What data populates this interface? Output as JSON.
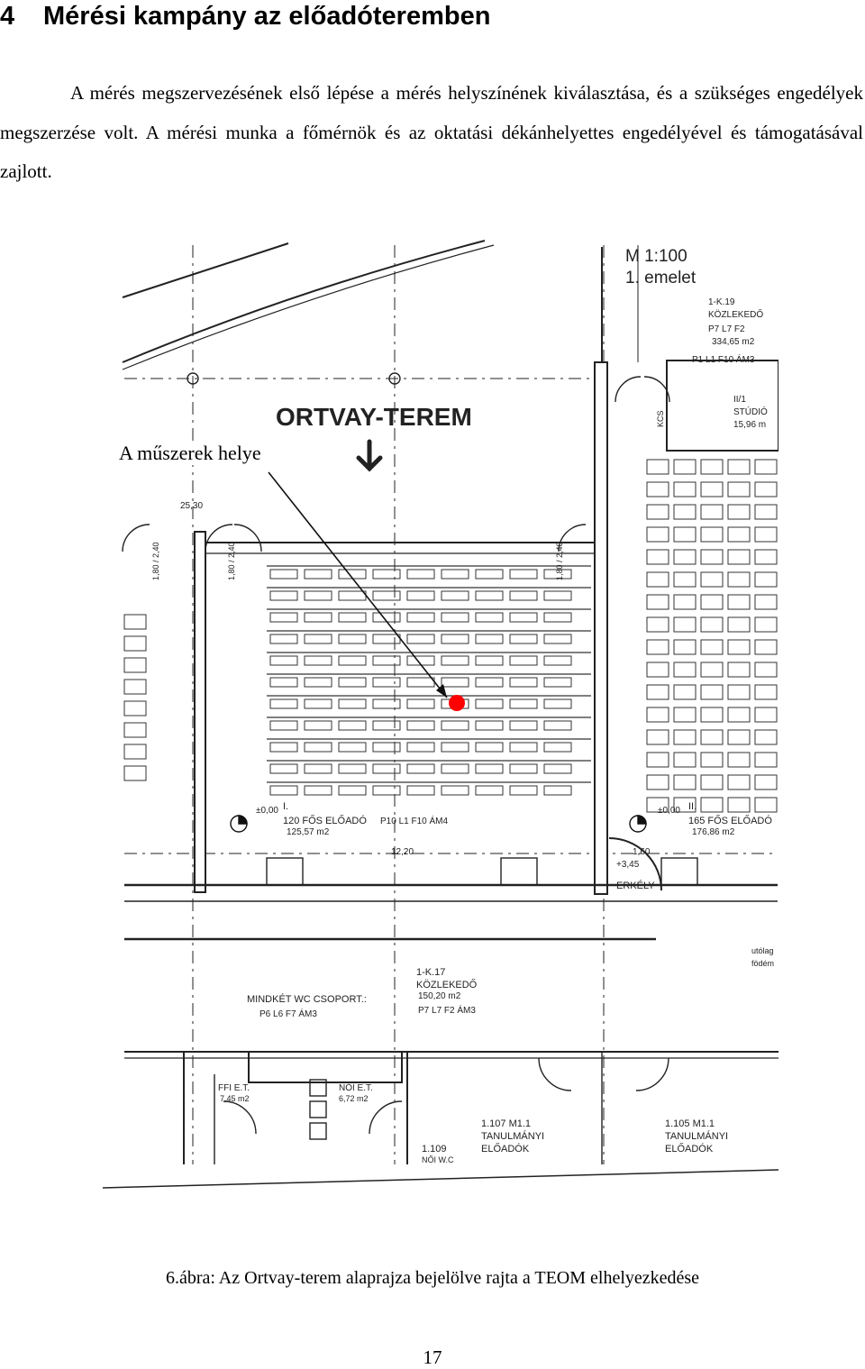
{
  "heading": {
    "number": "4",
    "title": "Mérési kampány az előadóteremben"
  },
  "paragraph": "A mérés megszervezésének első lépése a mérés helyszínének kiválasztása, és a szükséges engedélyek megszerzése volt. A mérési munka a főmérnök és az oktatási dékánhelyettes engedélyével és támogatásával zajlott.",
  "figure": {
    "callout": "A műszerek helye",
    "marker_color": "#ff0000",
    "scale": "M 1:100",
    "floor": "1. emelet",
    "room_title": "ORTVAY-TEREM",
    "labels": {
      "room_top_right": "1-K.19",
      "koz_top": "KÖZLEKEDŐ",
      "codes_a": "P7 L7 F2",
      "area_a": "334,65 m2",
      "codes_b": "P1 L1 F10 ÁM3",
      "studio_code": "II/1",
      "studio": "STÚDIÓ",
      "studio_area": "15,96 m",
      "kcs": "KCS",
      "dim_2530": "25,30",
      "dim_180_240": "1,80 / 2,40",
      "dim_1220": "12,20",
      "dim_1": "±0,00",
      "hall1_num": "I.",
      "hall1": "120 FŐS ELŐADÓ",
      "hall1_codes": "P10 L1 F10 ÁM4",
      "hall1_area": "125,57 m2",
      "hall2_num": "II.",
      "hall2": "165 FŐS ELŐADÓ",
      "hall2_area": "176,86 m2",
      "erkely": "ERKÉLY",
      "dim_345": "+3,45",
      "dim_160": "1,60",
      "utolag": "utólag",
      "fodem": "födém",
      "k17": "1-K.17",
      "koz17": "KÖZLEKEDŐ",
      "koz17_area": "150,20 m2",
      "koz17_codes": "P7 L7 F2 ÁM3",
      "wc": "MINDKÉT WC CSOPORT.:",
      "wc_codes": "P6 L6 F7 ÁM3",
      "ffi": "FFI E.T.",
      "ffi_area": "7,45 m2",
      "noi": "NŐI E.T.",
      "noi_area": "6,72 m2",
      "r1107": "1.107 M1.1",
      "r1105": "1.105 M1.1",
      "tanul": "TANULMÁNYI",
      "eload": "ELŐADÓK",
      "r1109": "1.109",
      "noi_c": "NŐI W.C"
    }
  },
  "caption": "6.ábra: Az Ortvay-terem alaprajza bejelölve rajta a TEOM elhelyezkedése",
  "page_number": "17"
}
